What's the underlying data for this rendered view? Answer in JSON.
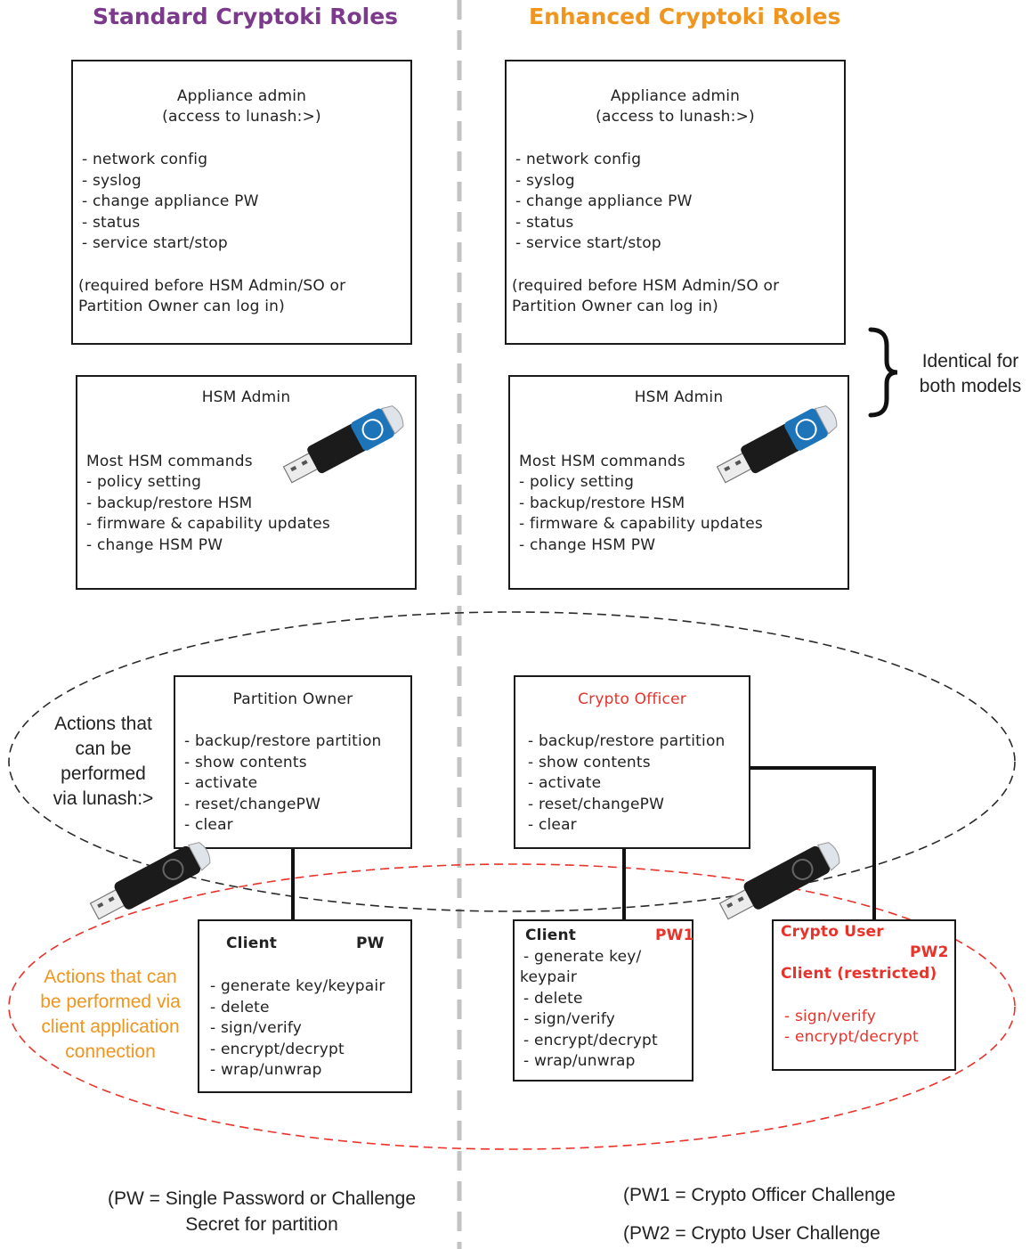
{
  "headers": {
    "left": "Standard Cryptoki Roles",
    "right": "Enhanced Cryptoki Roles",
    "left_color": "#7b3a8c",
    "right_color": "#f0951e"
  },
  "appliance_admin": {
    "title_line1": "Appliance admin",
    "title_line2": "(access to lunash:>)",
    "items": [
      "- network config",
      "- syslog",
      "- change appliance PW",
      "- status",
      "- service start/stop"
    ],
    "note_line1": "(required before HSM Admin/SO or",
    "note_line2": "Partition Owner can log in)"
  },
  "hsm_admin": {
    "title": "HSM Admin",
    "lead": "Most HSM commands",
    "items": [
      "- policy setting",
      "- backup/restore HSM",
      "- firmware & capability updates",
      "- change HSM PW"
    ]
  },
  "identical_note": {
    "line1": "Identical for",
    "line2": "both models"
  },
  "partition_owner": {
    "title": "Partition Owner",
    "items": [
      "- backup/restore partition",
      "- show contents",
      "- activate",
      "- reset/changePW",
      "- clear"
    ]
  },
  "crypto_officer": {
    "title": "Crypto Officer",
    "items": [
      "- backup/restore partition",
      "- show contents",
      "- activate",
      "- reset/changePW",
      "- clear"
    ]
  },
  "client_std": {
    "title": "Client",
    "pw": "PW",
    "items": [
      "- generate key/keypair",
      "- delete",
      "- sign/verify",
      "- encrypt/decrypt",
      "- wrap/unwrap"
    ]
  },
  "client_enh": {
    "title": "Client",
    "pw": "PW1",
    "items": [
      "- generate key/",
      "keypair",
      "- delete",
      "- sign/verify",
      "- encrypt/decrypt",
      "- wrap/unwrap"
    ]
  },
  "crypto_user": {
    "title": "Crypto User",
    "pw": "PW2",
    "subtitle": "Client (restricted)",
    "items": [
      "- sign/verify",
      "- encrypt/decrypt"
    ]
  },
  "lunash_label": [
    "Actions that",
    "can be",
    "performed",
    "via lunash:>"
  ],
  "client_label": [
    "Actions that can",
    "be performed via",
    "client application",
    "connection"
  ],
  "footer": {
    "left_line1": "(PW = Single Password or Challenge",
    "left_line2": "Secret for partition",
    "right_line1": "(PW1 = Crypto Officer Challenge",
    "right_line2": "(PW2 = Crypto User Challenge"
  },
  "colors": {
    "red": "#e8322a",
    "orange": "#f0951e",
    "usb_blue": "#1e74b8"
  },
  "icons": [
    "usb-token-icon"
  ]
}
